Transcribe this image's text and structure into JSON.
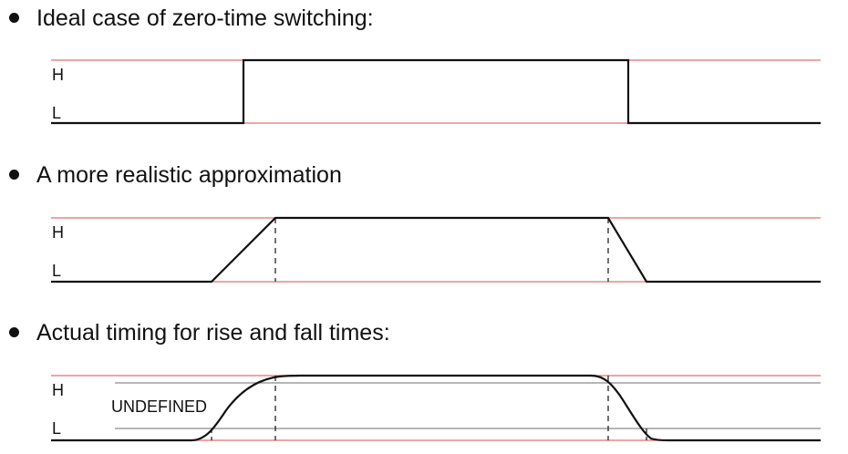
{
  "bullets": [
    {
      "text": "Ideal case of zero-time switching:"
    },
    {
      "text": "A more realistic approximation"
    },
    {
      "text": "Actual timing for rise and fall times:"
    }
  ],
  "levels": {
    "high": "H",
    "low": "L"
  },
  "undefined_label": "UNDEFINED",
  "colors": {
    "threshold_line": "#e8878a",
    "signal": "#111111",
    "threshold_gray": "#8a8a8a",
    "guide": "#111111"
  }
}
